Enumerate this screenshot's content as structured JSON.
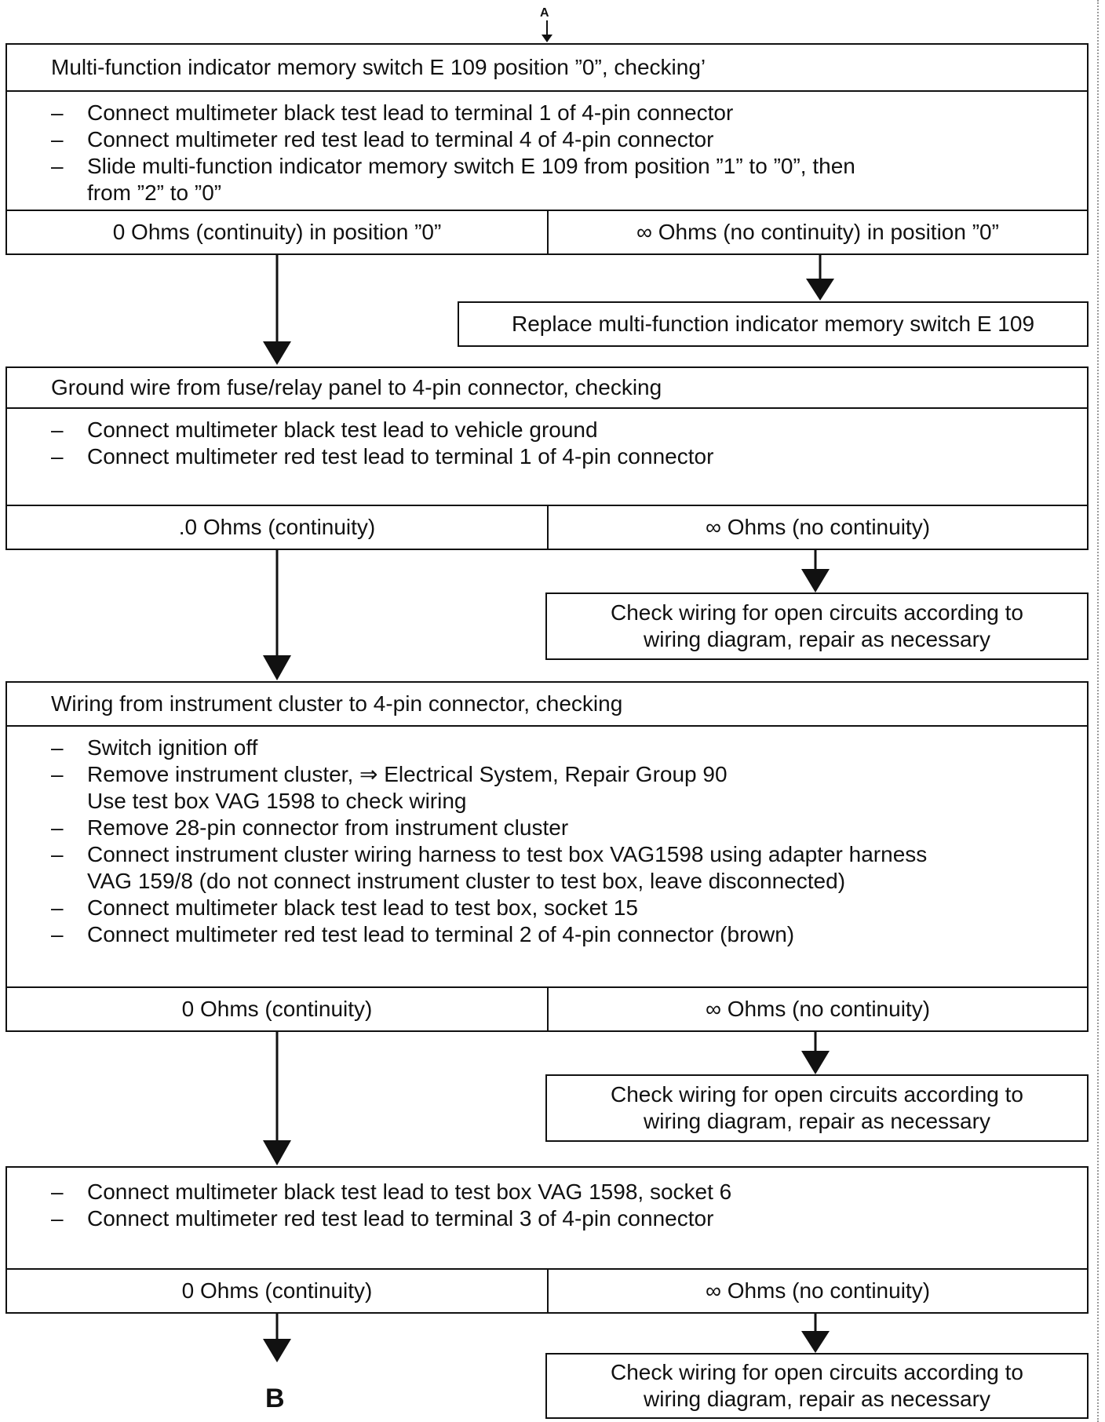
{
  "connector_in": "A",
  "connector_out": "B",
  "blocks": [
    {
      "title": "Multi-function indicator memory switch E 109 position ”0”, checking’",
      "steps": [
        "Connect multimeter black test lead to terminal 1 of 4-pin connector",
        "Connect multimeter red test lead to terminal 4 of 4-pin connector",
        "Slide multi-function indicator memory switch E 109 from position ”1” to ”0”, then\nfrom ”2” to ”0”"
      ],
      "pass": "0 Ohms (continuity) in position ”0”",
      "fail": "∞ Ohms (no continuity) in position ”0”",
      "action": "Replace multi-function indicator memory switch E 109"
    },
    {
      "title": "Ground wire from fuse/relay panel to 4-pin connector, checking",
      "steps": [
        "Connect multimeter black test lead to vehicle ground",
        "Connect multimeter red test lead to terminal 1 of 4-pin connector"
      ],
      "pass": ".0 Ohms (continuity)",
      "fail": "∞ Ohms (no continuity)",
      "action": "Check wiring for open circuits according to\nwiring diagram, repair as necessary"
    },
    {
      "title": "Wiring from instrument cluster to 4-pin connector, checking",
      "steps": [
        "Switch ignition off",
        "Remove instrument cluster, ⇒ Electrical System, Repair Group 90\nUse test box VAG 1598 to check wiring",
        "Remove 28-pin connector from instrument cluster",
        "Connect instrument cluster wiring harness to test box VAG1598 using adapter harness\nVAG 159/8 (do not connect instrument cluster to test box, leave disconnected)",
        "Connect multimeter black test lead to test box, socket 15",
        "Connect multimeter red test lead to terminal 2 of 4-pin connector (brown)"
      ],
      "pass": "0 Ohms (continuity)",
      "fail": "∞ Ohms (no continuity)",
      "action": "Check wiring for open circuits according to\nwiring diagram, repair as necessary"
    },
    {
      "steps": [
        "Connect multimeter black test lead to test box VAG 1598, socket 6",
        "Connect multimeter red test lead to terminal 3 of 4-pin connector"
      ],
      "pass": "0 Ohms (continuity)",
      "fail": "∞ Ohms (no continuity)",
      "action": "Check wiring for open circuits according to\nwiring diagram, repair as necessary"
    }
  ]
}
